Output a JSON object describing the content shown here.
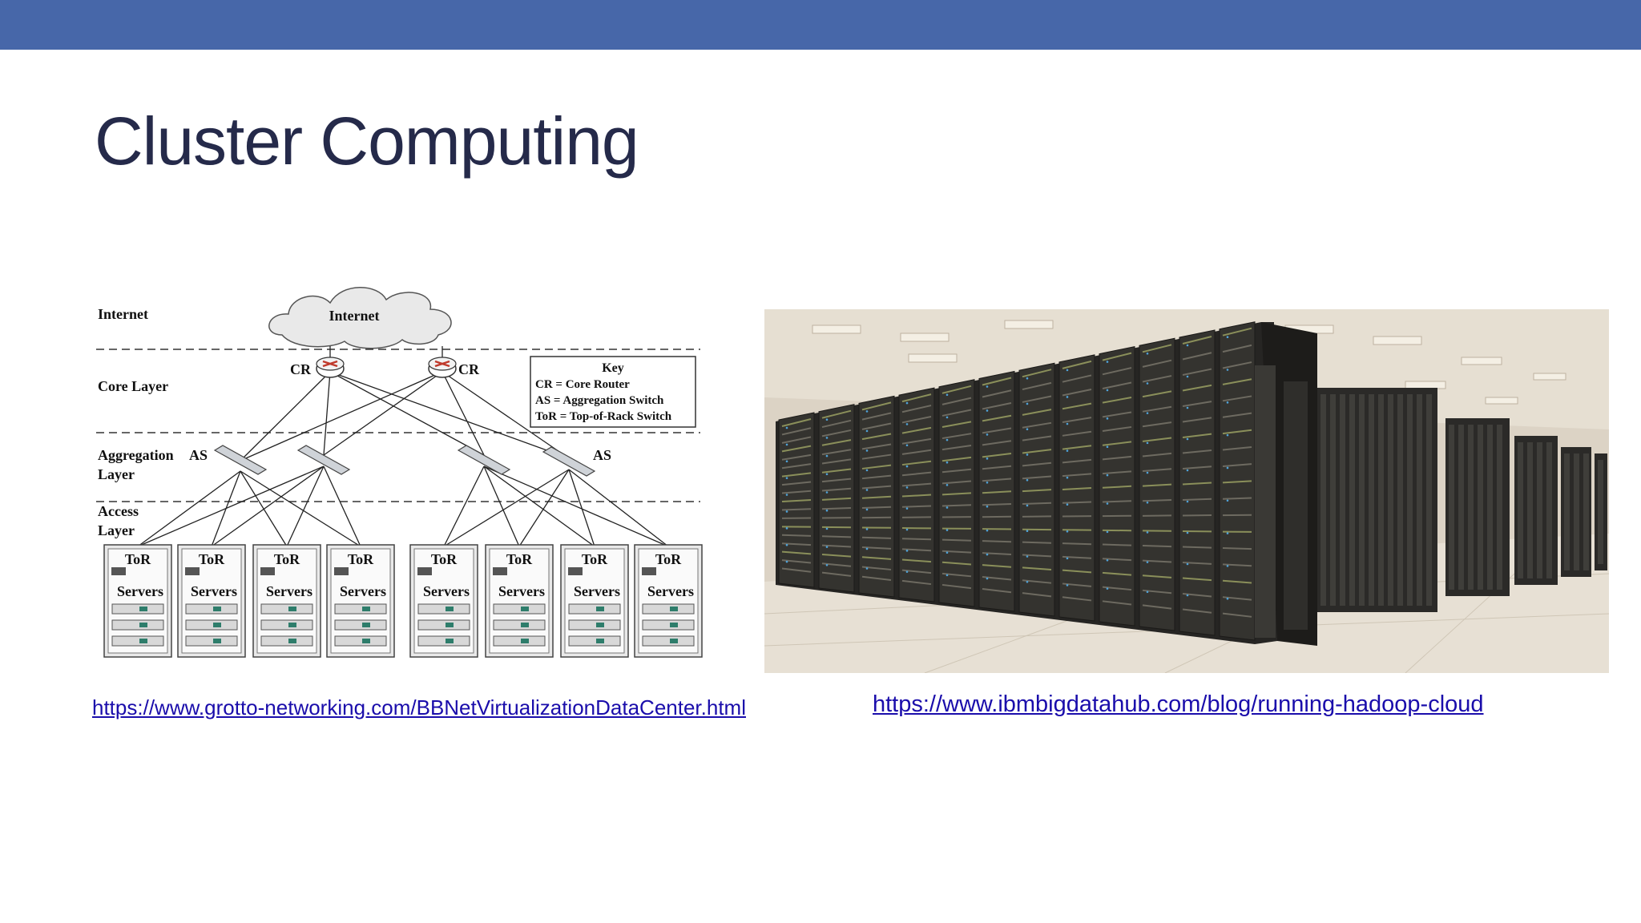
{
  "slide": {
    "title": "Cluster Computing"
  },
  "diagram": {
    "layers": {
      "internet": "Internet",
      "core": "Core Layer",
      "aggregation_line1": "Aggregation",
      "aggregation_line2": "Layer",
      "access_line1": "Access",
      "access_line2": "Layer"
    },
    "cloud_label": "Internet",
    "core_router_label": "CR",
    "aggregation_switch_label": "AS",
    "rack_tor_label": "ToR",
    "rack_servers_label": "Servers",
    "key": {
      "title": "Key",
      "lines": [
        "CR = Core Router",
        "AS = Aggregation Switch",
        "ToR = Top-of-Rack Switch"
      ]
    }
  },
  "links": {
    "left": "https://www.grotto-networking.com/BBNetVirtualizationDataCenter.html",
    "right": "https://www.ibmbigdatahub.com/blog/running-hadoop-cloud"
  },
  "colors": {
    "top_bar": "#4767a9",
    "title_text": "#252a4a",
    "link": "#1a0dab"
  },
  "photo": {
    "icon": "server-racks-photo"
  }
}
